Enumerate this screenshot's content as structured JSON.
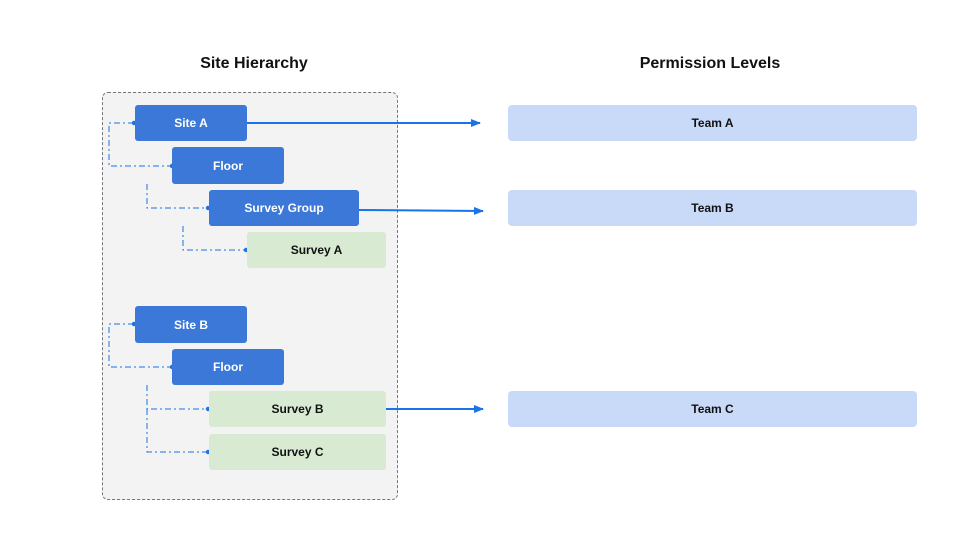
{
  "hierarchy": {
    "title": "Site Hierarchy",
    "site_a": {
      "site": "Site A",
      "floor": "Floor",
      "survey_group": "Survey Group",
      "survey": "Survey A"
    },
    "site_b": {
      "site": "Site B",
      "floor": "Floor",
      "survey_1": "Survey B",
      "survey_2": "Survey C"
    }
  },
  "permissions": {
    "title": "Permission Levels",
    "teams": [
      "Team A",
      "Team B",
      "Team C"
    ]
  },
  "colors": {
    "blue_node": "#3b78d8",
    "green_node": "#d9ead3",
    "team_box": "#c9daf8",
    "connector": "#1a73e8"
  }
}
